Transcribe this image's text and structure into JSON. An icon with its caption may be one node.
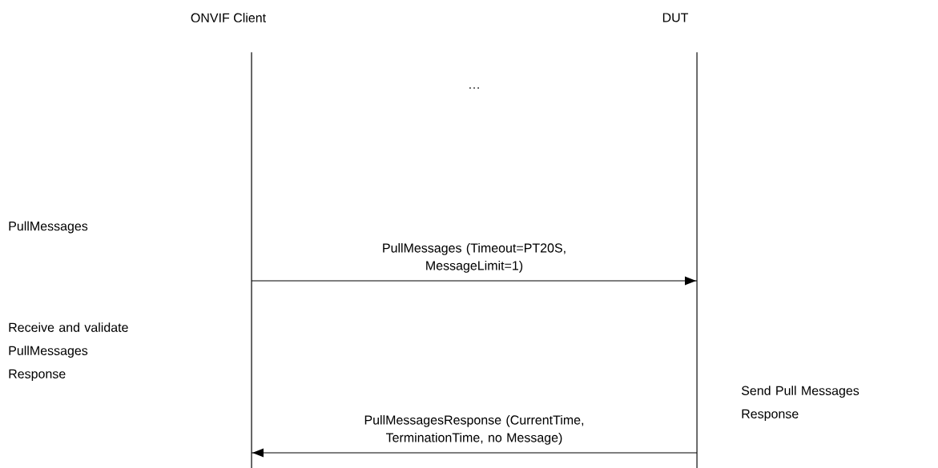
{
  "diagram": {
    "nodes": [
      {
        "text": [
          "ONVIF Client"
        ]
      },
      {
        "text": [
          "DUT"
        ]
      }
    ],
    "edges": [
      {
        "from": 0,
        "to": 1,
        "arrow": "to",
        "label": "PullMessages (Timeout=PT20S, MessageLimit=1)"
      },
      {
        "from": 1,
        "to": 0,
        "arrow": "to",
        "label": "PullMessagesResponse (CurrentTime, TerminationTime, no Message)"
      }
    ],
    "labels": [
      "…",
      "PullMessages",
      "Receive and validate PullMessages Response",
      "Send Pull Messages Response"
    ]
  }
}
